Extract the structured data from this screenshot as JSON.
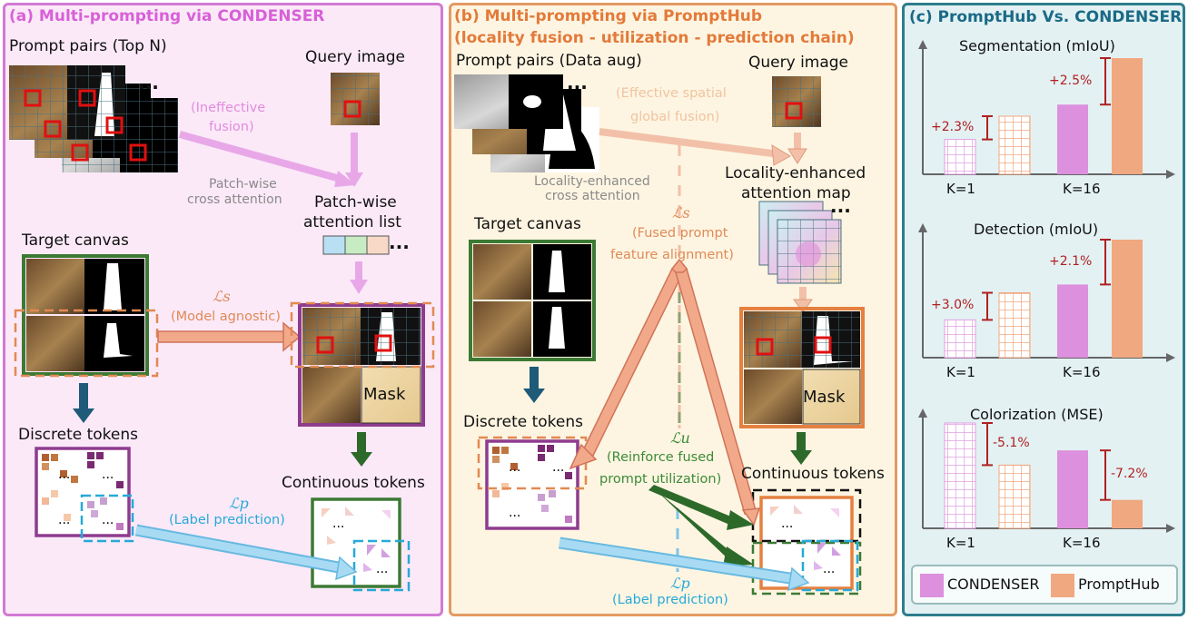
{
  "panel_a": {
    "title": "(a) Multi-prompting via CONDENSER",
    "prompt_pairs": "Prompt pairs (Top N)",
    "query_image": "Query image",
    "ineffective_fusion_1": "(Ineffective",
    "ineffective_fusion_2": "fusion)",
    "patch_cross_1": "Patch-wise",
    "patch_cross_2": "cross attention",
    "attention_list_1": "Patch-wise",
    "attention_list_2": "attention list",
    "target_canvas": "Target canvas",
    "ls_symbol": "ℒs",
    "model_agnostic": "(Model agnostic)",
    "mask": "Mask",
    "discrete_tokens": "Discrete tokens",
    "continuous_tokens": "Continuous tokens",
    "lp_symbol": "ℒp",
    "label_prediction": "(Label prediction)",
    "dots": "..."
  },
  "panel_b": {
    "title_1": "(b) Multi-prompting via PromptHub",
    "title_2": "(locality fusion - utilization - prediction chain)",
    "prompt_pairs": "Prompt pairs (Data aug)",
    "query_image": "Query image",
    "effective_1": "(Effective spatial",
    "effective_2": "global fusion)",
    "locality_cross_1": "Locality-enhanced",
    "locality_cross_2": "cross attention",
    "locality_map_1": "Locality-enhanced",
    "locality_map_2": "attention map",
    "target_canvas": "Target canvas",
    "ls_symbol": "ℒs",
    "fused_1": "(Fused prompt",
    "fused_2": "feature alignment)",
    "lu_symbol": "ℒu",
    "reinforce_1": "(Reinforce fused",
    "reinforce_2": "prompt utilization)",
    "discrete_tokens": "Discrete tokens",
    "continuous_tokens": "Continuous tokens",
    "lp_symbol": "ℒp",
    "label_prediction": "(Label prediction)",
    "mask": "Mask",
    "dots": "..."
  },
  "panel_c": {
    "title": "(c) PromptHub Vs. CONDENSER",
    "legend": [
      {
        "name": "CONDENSER",
        "color": "#dd90dd"
      },
      {
        "name": "PromptHub",
        "color": "#f0a880"
      }
    ]
  },
  "chart_data": [
    {
      "type": "bar",
      "title": "Segmentation (mIoU)",
      "categories": [
        "K=1",
        "K=16"
      ],
      "annotations": [
        "+2.3%",
        "+2.5%"
      ],
      "series": [
        {
          "name": "CONDENSER",
          "values": [
            0.3,
            0.6
          ]
        },
        {
          "name": "PromptHub",
          "values": [
            0.5,
            1.0
          ]
        }
      ]
    },
    {
      "type": "bar",
      "title": "Detection (mIoU)",
      "categories": [
        "K=1",
        "K=16"
      ],
      "annotations": [
        "+3.0%",
        "+2.1%"
      ],
      "series": [
        {
          "name": "CONDENSER",
          "values": [
            0.32,
            0.62
          ]
        },
        {
          "name": "PromptHub",
          "values": [
            0.55,
            1.0
          ]
        }
      ]
    },
    {
      "type": "bar",
      "title": "Colorization (MSE)",
      "categories": [
        "K=1",
        "K=16"
      ],
      "annotations": [
        "-5.1%",
        "-7.2%"
      ],
      "series": [
        {
          "name": "CONDENSER",
          "values": [
            1.0,
            0.74
          ]
        },
        {
          "name": "PromptHub",
          "values": [
            0.6,
            0.27
          ]
        }
      ]
    }
  ]
}
